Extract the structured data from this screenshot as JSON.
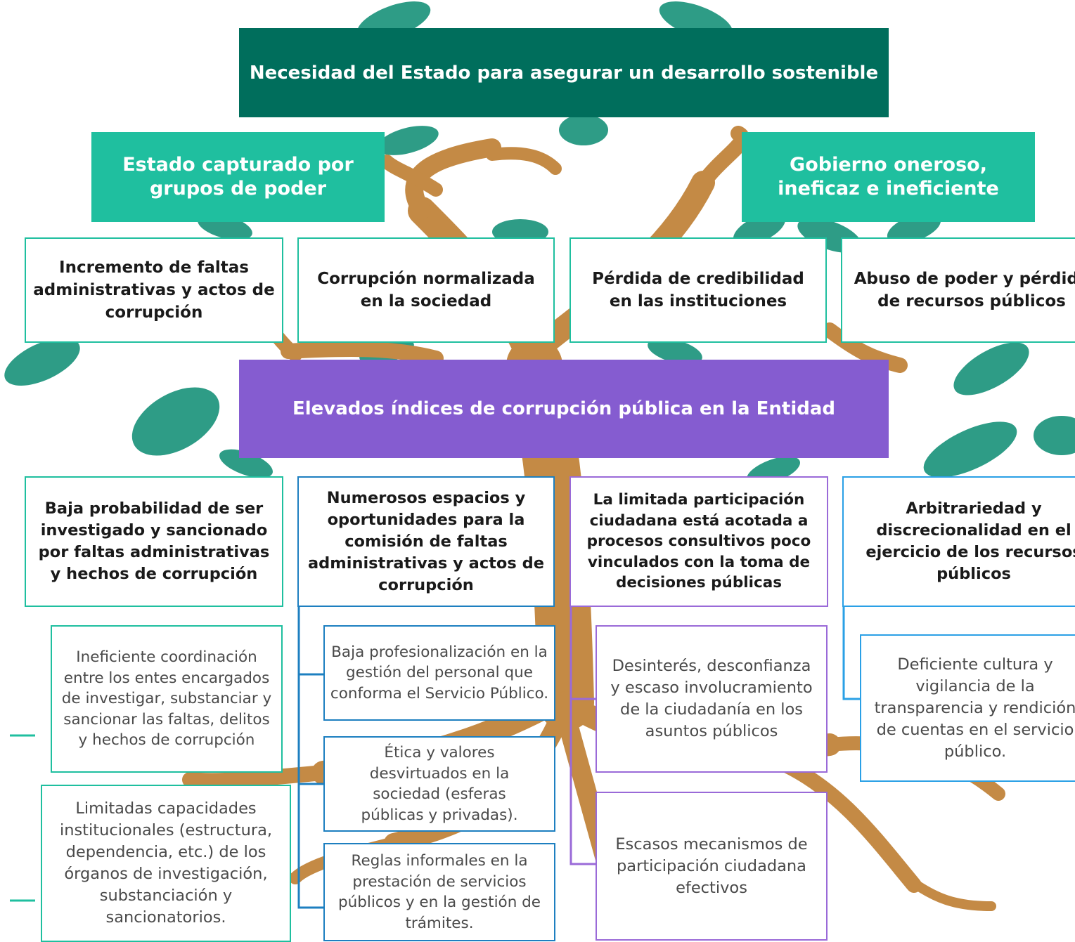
{
  "diagram": {
    "top_title": "Necesidad del Estado para asegurar un desarrollo sostenible",
    "sub_left": "Estado capturado por grupos de poder",
    "sub_right": "Gobierno oneroso, ineficaz e ineficiente",
    "effects": [
      "Incremento de faltas administrativas y actos de corrupción",
      "Corrupción normalizada en la sociedad",
      "Pérdida de credibilidad en las instituciones",
      "Abuso de poder y pérdida de recursos públicos"
    ],
    "central_problem": "Elevados índices de corrupción pública en la Entidad",
    "causes": [
      "Baja probabilidad de ser investigado y sancionado por faltas administrativas y hechos de corrupción",
      "Numerosos espacios y oportunidades para la comisión de faltas administrativas y actos de corrupción",
      "La limitada participación ciudadana está acotada a procesos consultivos poco vinculados con la toma de decisiones públicas",
      "Arbitrariedad y discrecionalidad en el ejercicio de los recursos públicos"
    ],
    "sub_causes": {
      "col1": [
        "Ineficiente coordinación entre los entes encargados de investigar, substanciar y sancionar las faltas, delitos y hechos de corrupción",
        "Limitadas capacidades institucionales (estructura, dependencia, etc.) de los órganos de investigación, substanciación y sancionatorios."
      ],
      "col2": [
        "Baja profesionalización en la gestión del personal que conforma el Servicio Público.",
        "Ética y valores desvirtuados en la sociedad (esferas públicas y privadas).",
        "Reglas informales en la prestación de servicios públicos y en la gestión de trámites."
      ],
      "col3": [
        "Desinterés, desconfianza y escaso involucramiento de la ciudadanía en los asuntos públicos",
        "Escasos mecanismos de participación ciudadana efectivos"
      ],
      "col4": [
        "Deficiente cultura y vigilancia de la transparencia y rendición de cuentas en el servicio público."
      ]
    }
  },
  "colors": {
    "dark_green": "#006e5c",
    "teal": "#1fbf9f",
    "purple": "#855cd0",
    "blue": "#1d7fc0",
    "light_blue": "#2aa0e6",
    "trunk": "#c48a45",
    "leaf": "#2e9c86"
  }
}
